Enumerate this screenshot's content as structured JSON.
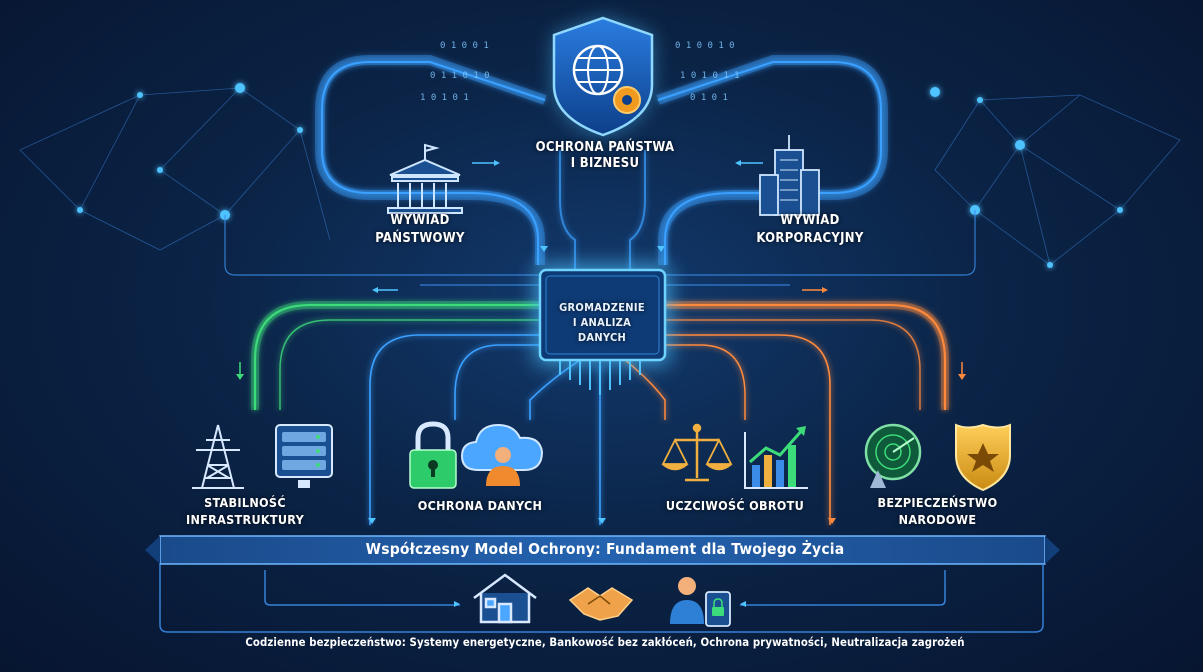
{
  "nodes": {
    "top": {
      "lines": [
        "Ochrona Państwa",
        "i Biznesu"
      ]
    },
    "state": {
      "lines": [
        "Wywiad",
        "Państwowy"
      ]
    },
    "corporate": {
      "lines": [
        "Wywiad",
        "Korporacyjny"
      ]
    },
    "center": {
      "lines": [
        "Gromadzenie",
        "i Analiza",
        "Danych"
      ]
    },
    "infrastructure": {
      "lines": [
        "Stabilność",
        "Infrastruktury"
      ]
    },
    "data_protection": {
      "lines": [
        "Ochrona Danych"
      ]
    },
    "fair_trade": {
      "lines": [
        "Uczciwość Obrotu"
      ]
    },
    "national_security": {
      "lines": [
        "Bezpieczeństwo",
        "Narodowe"
      ]
    }
  },
  "banner": {
    "title": "Współczesny Model Ochrony: Fundament dla Twojego Życia"
  },
  "footer": {
    "text": "Codzienne bezpieczeństwo: Systemy energetyczne, Bankowość bez zakłóceń, Ochrona prywatności, Neutralizacja zagrożeń"
  },
  "binary": [
    "0 1 0 0 1",
    "0 1 1 0 1 0",
    "1 0 1 0 1",
    "0 1 0 0 1 0",
    "1 0 1 0 1 1",
    "0 1 0 1"
  ],
  "icons": [
    "shield-globe-gear-icon",
    "government-building-icon",
    "skyscraper-icon",
    "chip-icon",
    "power-tower-icon",
    "server-rack-icon",
    "padlock-icon",
    "cloud-user-icon",
    "scales-icon",
    "growth-chart-icon",
    "radar-dish-icon",
    "police-badge-icon",
    "house-icon",
    "handshake-icon",
    "user-phone-lock-icon"
  ],
  "colors": {
    "blue_flow": "#3aa0ff",
    "green_flow": "#3ddc7a",
    "orange_flow": "#ff8a3d",
    "accent_glow": "#4fc3ff",
    "background": "#0b2447"
  }
}
